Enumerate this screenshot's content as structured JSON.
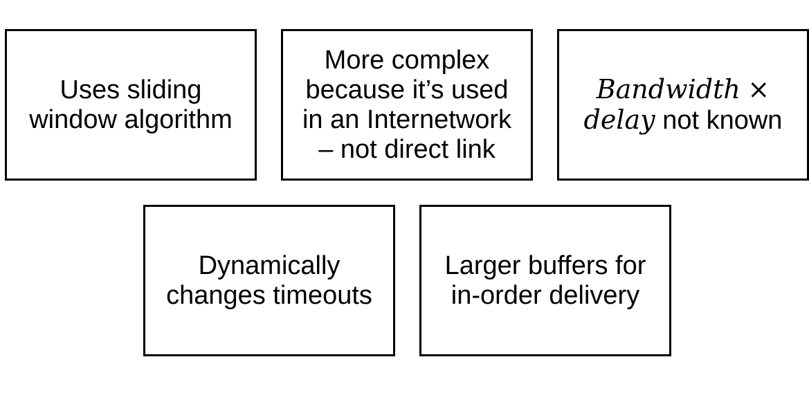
{
  "boxes": [
    {
      "lines": [
        "Uses sliding",
        "window algorithm"
      ]
    },
    {
      "lines": [
        "More complex",
        "because it’s used",
        "in an Internetwork",
        "– not direct link"
      ]
    },
    {
      "math_term_1": "Bandwidth",
      "math_operator": "×",
      "math_term_2": "delay",
      "trailing_text": "not known"
    },
    {
      "lines": [
        "Dynamically",
        "changes timeouts"
      ]
    },
    {
      "lines": [
        "Larger buffers for",
        "in-order delivery"
      ]
    }
  ]
}
